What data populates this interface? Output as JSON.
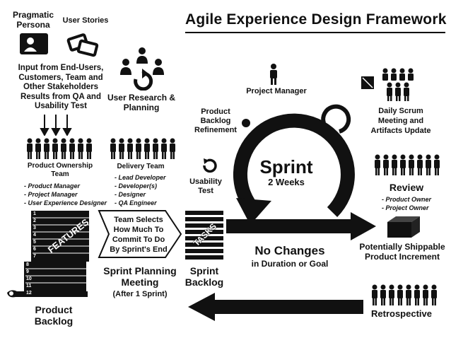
{
  "title": "Agile Experience Design Framework",
  "inputs": {
    "persona_label": "Pragmatic Persona",
    "stories_label": "User Stories",
    "description": "Input from End-Users, Customers, Team and Other Stakeholders Results from QA and Usability Test",
    "research_label": "User Research & Planning"
  },
  "teams": {
    "ownership": {
      "label": "Product Ownership Team",
      "members": [
        "Product Manager",
        "Project Manager",
        "User Experience Designer"
      ]
    },
    "delivery": {
      "label": "Delivery Team",
      "members": [
        "Lead Developer",
        "Developer(s)",
        "Designer",
        "QA Engineer"
      ]
    }
  },
  "backlog": {
    "features_label": "FEATURES",
    "rows": [
      "1",
      "2",
      "3",
      "4",
      "5",
      "6",
      "7",
      "8",
      "9",
      "10",
      "11",
      "12"
    ],
    "label": "Product Backlog"
  },
  "planning": {
    "arrow_text": "Team Selects How Much To Commit To Do By Sprint's End",
    "label": "Sprint Planning Meeting",
    "sublabel": "(After 1 Sprint)"
  },
  "sprint_backlog": {
    "tasks_label": "TASKS",
    "label": "Sprint Backlog"
  },
  "sprint": {
    "title": "Sprint",
    "duration": "2 Weeks",
    "project_manager": "Project Manager",
    "refinement": "Product Backlog Refinement",
    "usability": "Usability Test",
    "scrum": "Daily Scrum Meeting and Artifacts Update",
    "no_changes": "No Changes",
    "no_changes_sub": "in Duration or Goal"
  },
  "review": {
    "label": "Review",
    "members": [
      "Product Owner",
      "Project Owner"
    ]
  },
  "increment": "Potentially Shippable Product Increment",
  "retrospective": "Retrospective"
}
